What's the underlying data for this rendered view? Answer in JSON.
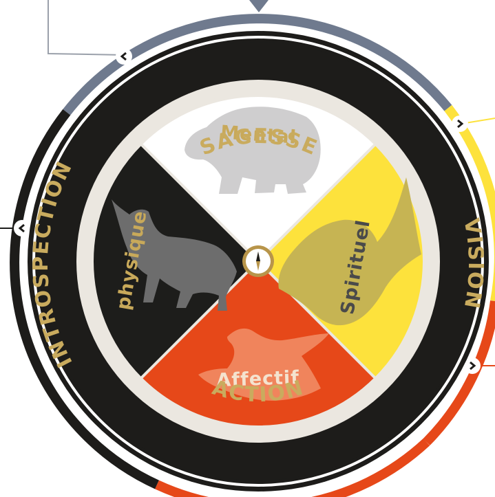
{
  "ring_labels": {
    "north": "SAGESSE",
    "east": "VISION",
    "south": "ACTION",
    "west": "INTROSPECTION"
  },
  "quadrants": {
    "north": {
      "label": "Mental",
      "animal": "bear-icon",
      "color": "#ffffff",
      "text_color": "#c8a95a"
    },
    "east": {
      "label": "Spirituel",
      "animal": "eagle-icon",
      "color": "#fde23c",
      "text_color": "#4a4a4a"
    },
    "south": {
      "label": "Affectif",
      "animal": "goose-icon",
      "color": "#e64819",
      "text_color": "#f4e3cf"
    },
    "west": {
      "label": "physique",
      "animal": "wolf-icon",
      "color": "#1d1d1b",
      "text_color": "#c8a95a"
    }
  },
  "colors": {
    "ring_dark": "#1d1c1a",
    "ring_gold_text": "#c9ab5e",
    "outer_arc_north": "#6f7a8e",
    "outer_arc_east": "#fde23c",
    "outer_arc_south": "#e64819",
    "outer_arc_west": "#1d1c1a",
    "connector_line": "#9aa0aa"
  }
}
